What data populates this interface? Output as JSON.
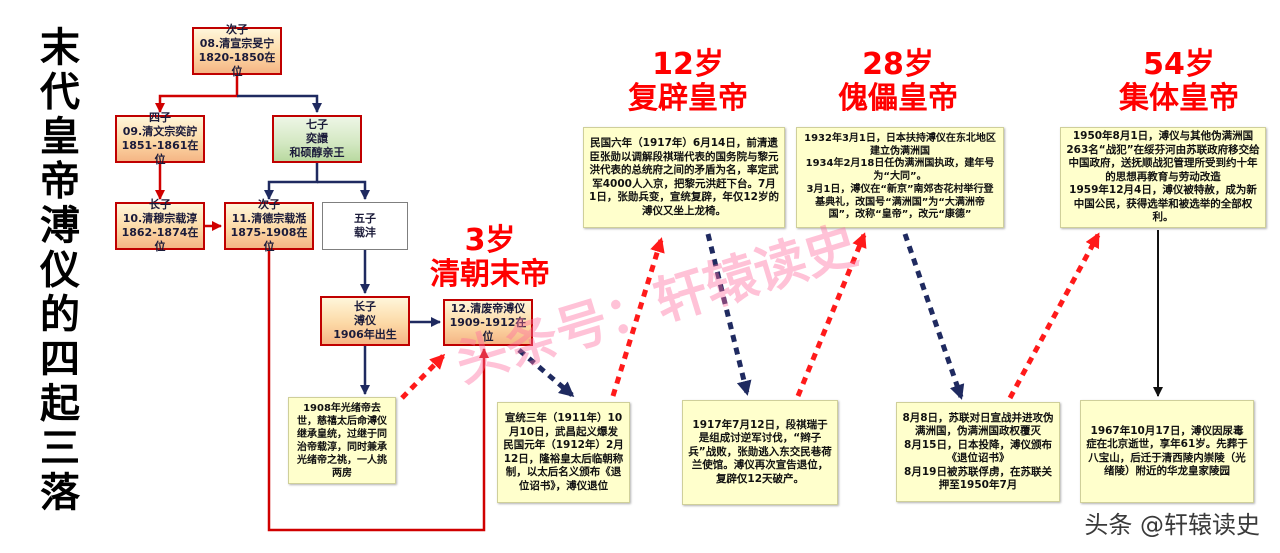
{
  "title": "末代皇帝溥仪的四起三落",
  "family_tree": {
    "daoguang": {
      "rank": "次子",
      "name": "08.清宣宗旻宁",
      "reign": "1820-1850在位"
    },
    "xianfeng": {
      "rank": "四子",
      "name": "09.清文宗奕詝",
      "reign": "1851-1861在位"
    },
    "yixuan": {
      "rank": "七子",
      "name": "奕譞",
      "title": "和硕醇亲王"
    },
    "tongzhi": {
      "rank": "长子",
      "name": "10.清穆宗载淳",
      "reign": "1862-1874在位"
    },
    "guangxu": {
      "rank": "次子",
      "name": "11.清德宗载湉",
      "reign": "1875-1908在位"
    },
    "zaifeng": {
      "rank": "五子",
      "name": "载沣"
    },
    "puyi": {
      "rank": "长子",
      "name": "溥仪",
      "born": "1906年出生"
    },
    "xuantong": {
      "name": "12.清废帝溥仪",
      "reign": "1909-1912在位"
    }
  },
  "stages": [
    {
      "age": "3岁",
      "label": "清朝末帝"
    },
    {
      "age": "12岁",
      "label": "复辟皇帝"
    },
    {
      "age": "28岁",
      "label": "傀儡皇帝"
    },
    {
      "age": "54岁",
      "label": "集体皇帝"
    }
  ],
  "notes": {
    "succession_1908": [
      "1908年光绪帝去世，慈禧太后命溥仪继承皇统，过继于同治帝载淳，同时兼承光绪帝之祧，一人挑两房"
    ],
    "abdication_1912": [
      "宣统三年（1911年）10月10日，武昌起义爆发",
      "民国元年（1912年）2月12日，隆裕皇太后临朝称制，以太后名义颁布《退位诏书》，溥仪退位"
    ],
    "restoration_1917": [
      "民国六年（1917年）6月14日，前清遗臣张勋以调解段祺瑞代表的国务院与黎元洪代表的总统府之间的矛盾为名，率定武军4000人入京，把黎元洪赶下台。7月1日，张勋兵变，宣统复辟，年仅12岁的溥仪又坐上龙椅。"
    ],
    "restoration_end": [
      "1917年7月12日，段祺瑞于是组成讨逆军讨伐，“辫子兵”战败，张勋逃入东交民巷荷兰使馆。溥仪再次宣告退位，复辟仅12天破产。"
    ],
    "manchukuo": [
      "1932年3月1日，日本扶持溥仪在东北地区建立伪满洲国",
      "1934年2月18日任伪满洲国执政，建年号为“大同”。",
      "3月1日，溥仪在“新京”南郊杏花村举行登基典礼，改国号“满洲国”为“大满洲帝国”，改称“皇帝”，改元“康德”"
    ],
    "manchukuo_end": [
      "8月8日，苏联对日宣战并进攻伪满洲国，伪满洲国政权覆灭",
      "8月15日，日本投降，溥仪颁布《退位诏书》",
      "8月19日被苏联俘虏，在苏联关押至1950年7月"
    ],
    "citizen": [
      "1950年8月1日，溥仪与其他伪满洲国263名“战犯”在绥芬河由苏联政府移交给中国政府，送抚顺战犯管理所受到约十年的思想再教育与劳动改造",
      "1959年12月4日，溥仪被特赦，成为新中国公民，获得选举和被选举的全部权利。"
    ],
    "death": [
      "1967年10月17日，溥仪因尿毒症在北京逝世，享年61岁。先葬于八宝山，后迁于清西陵内崇陵（光绪陵）附近的华龙皇家陵园"
    ]
  },
  "colors": {
    "rise_arrow": "#ff0000",
    "fall_arrow": "#1f2a60",
    "heading": "#ff0000",
    "box_border": "#c00000",
    "note_fill": "#ffffcc"
  },
  "watermark": "头条号：轩辕读史",
  "credit": "头条 @轩辕读史"
}
